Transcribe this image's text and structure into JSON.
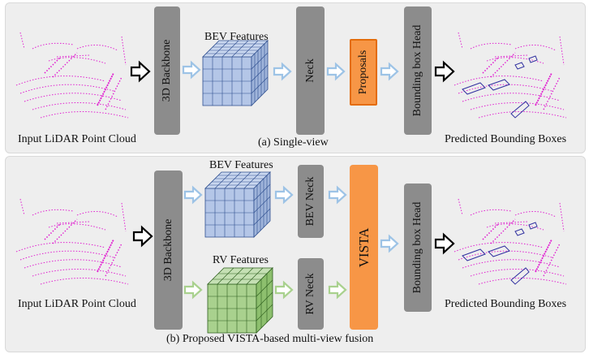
{
  "panel_a": {
    "input_label": "Input LiDAR Point Cloud",
    "backbone": "3D Backbone",
    "bev_features": "BEV Features",
    "neck": "Neck",
    "proposals": "Proposals",
    "head": "Bounding box Head",
    "output_label": "Predicted Bounding Boxes",
    "caption": "(a) Single-view"
  },
  "panel_b": {
    "input_label": "Input LiDAR Point Cloud",
    "backbone": "3D Backbone",
    "bev_features": "BEV Features",
    "rv_features": "RV Features",
    "bev_neck": "BEV Neck",
    "rv_neck": "RV Neck",
    "vista": "VISTA",
    "head": "Bounding box Head",
    "output_label": "Predicted Bounding Boxes",
    "caption": "(b) Proposed VISTA-based multi-view fusion"
  },
  "colors": {
    "box_gray": "#8c8c8c",
    "vista_orange": "#f79646",
    "bev_cube_blue": "#b4c6e7",
    "rv_cube_green": "#a9d18e",
    "arrow_blue": "#9dc3e6",
    "arrow_green": "#a9d18e",
    "point_cloud_magenta": "#e020d0"
  }
}
